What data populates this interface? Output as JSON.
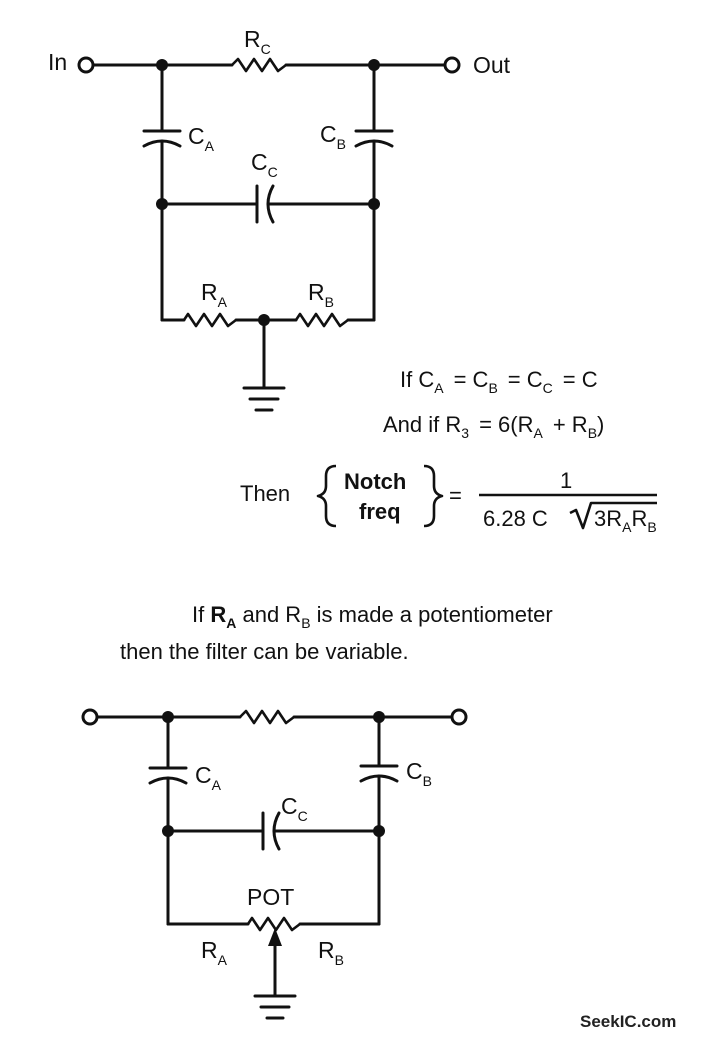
{
  "circuit1": {
    "in_label": "In",
    "out_label": "Out",
    "rc": {
      "main": "R",
      "sub": "C"
    },
    "ca": {
      "main": "C",
      "sub": "A"
    },
    "cb": {
      "main": "C",
      "sub": "B"
    },
    "cc": {
      "main": "C",
      "sub": "C"
    },
    "ra": {
      "main": "R",
      "sub": "A"
    },
    "rb": {
      "main": "R",
      "sub": "B"
    }
  },
  "equations": {
    "line1": {
      "if": "If C",
      "a": "A",
      "eq1": "= C",
      "b": "B",
      "eq2": "= C",
      "c": "C",
      "eq3": "= C"
    },
    "line2": {
      "prefix": "And if R",
      "three": "3",
      "mid": "= 6(R",
      "a": "A",
      "plus": "+ R",
      "b": "B",
      "close": ")"
    },
    "line3": {
      "then": "Then",
      "notch": "Notch",
      "freq": "freq",
      "equals": "=",
      "numerator": "1",
      "den_prefix": "6.28 C",
      "den_three_r": "3R",
      "den_a": "A",
      "den_r": "R",
      "den_b": "B"
    }
  },
  "note": {
    "line1_prefix": "If ",
    "line1_r": "R",
    "line1_a": "A",
    "line1_mid": " and R",
    "line1_b": "B",
    "line1_rest": " is made a potentiometer",
    "line2": "then the filter can be variable."
  },
  "circuit2": {
    "ca": {
      "main": "C",
      "sub": "A"
    },
    "cb": {
      "main": "C",
      "sub": "B"
    },
    "cc": {
      "main": "C",
      "sub": "C"
    },
    "pot": "POT",
    "ra": {
      "main": "R",
      "sub": "A"
    },
    "rb": {
      "main": "R",
      "sub": "B"
    }
  },
  "watermark": "SeekIC.com"
}
